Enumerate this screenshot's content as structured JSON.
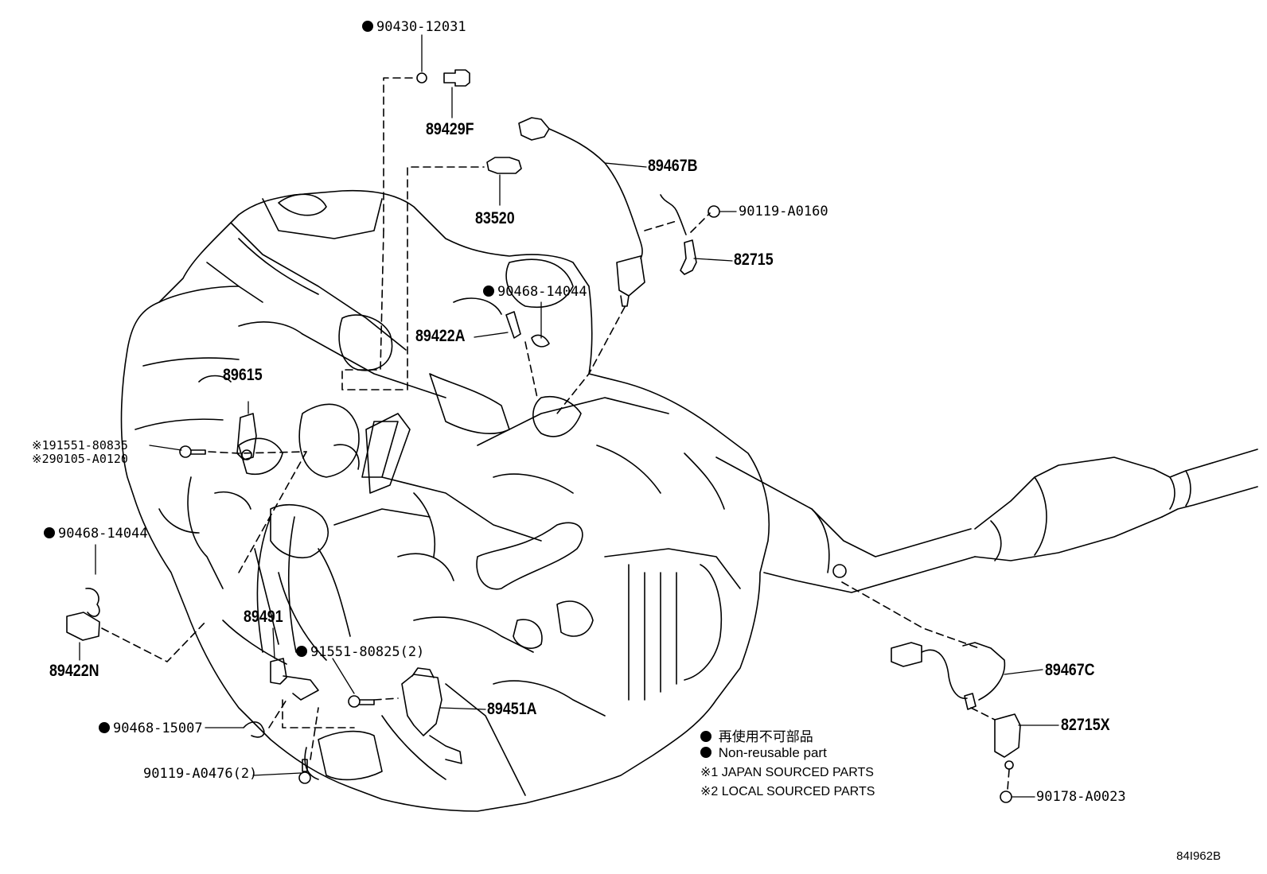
{
  "parts": {
    "p_90430_12031": "90430-12031",
    "p_89429F": "89429F",
    "p_83520": "83520",
    "p_89467B": "89467B",
    "p_90119_A0160": "90119-A0160",
    "p_82715": "82715",
    "p_90468_14044_top": "90468-14044",
    "p_89422A": "89422A",
    "p_89615": "89615",
    "p_91551_80835": "91551-80835",
    "p_90105_A0120": "90105-A0120",
    "p_90468_14044_left": "90468-14044",
    "p_89422N": "89422N",
    "p_89491": "89491",
    "p_91551_80825": "91551-80825(2)",
    "p_89451A": "89451A",
    "p_90468_15007": "90468-15007",
    "p_90119_A0476": "90119-A0476(2)",
    "p_89467C": "89467C",
    "p_82715X": "82715X",
    "p_90178_A0023": "90178-A0023"
  },
  "notes": {
    "mark1": "※1",
    "mark2": "※2"
  },
  "legend": {
    "jp": "再使用不可部品",
    "en": "Non-reusable part",
    "note1": "※1 JAPAN SOURCED PARTS",
    "note2": "※2 LOCAL SOURCED PARTS"
  },
  "diagram_id": "84I962B"
}
